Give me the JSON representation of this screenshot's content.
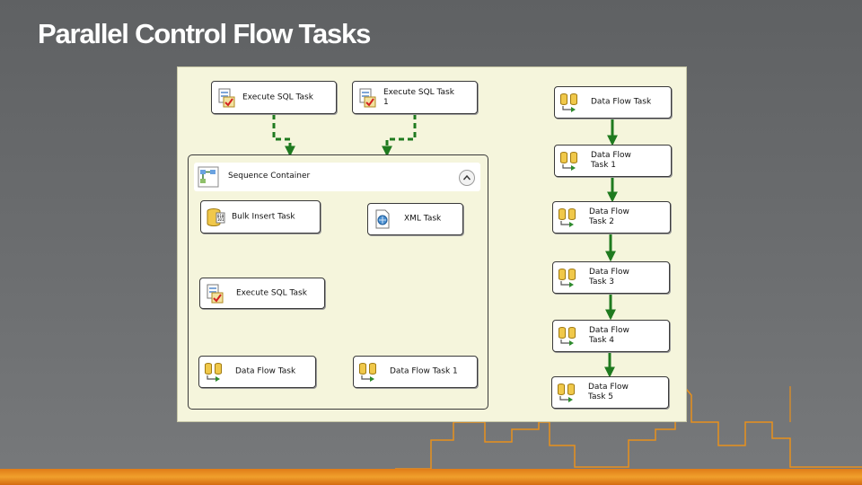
{
  "slide": {
    "title": "Parallel Control Flow Tasks"
  },
  "colors": {
    "success_precedence": "#1f7a1f",
    "failure_precedence": "#ee1111",
    "completion_precedence": "#0a1f8f",
    "accent_orange": "#e8901c"
  },
  "canvas": {
    "top_tasks": [
      {
        "label": "Execute SQL Task",
        "icon": "execute-sql-task-icon"
      },
      {
        "label": "Execute SQL Task\n1",
        "icon": "execute-sql-task-icon"
      }
    ],
    "sequence_container": {
      "label": "Sequence Container",
      "icon": "sequence-container-icon",
      "collapse_icon": "chevron-up-icon",
      "tasks": [
        {
          "label": "Bulk Insert Task",
          "icon": "bulk-insert-task-icon"
        },
        {
          "label": "XML Task",
          "icon": "xml-task-icon"
        },
        {
          "label": "Execute SQL Task",
          "icon": "execute-sql-task-icon"
        },
        {
          "label": "Data Flow Task",
          "icon": "data-flow-task-icon"
        },
        {
          "label": "Data Flow Task 1",
          "icon": "data-flow-task-icon"
        }
      ]
    },
    "data_flow_chain": [
      {
        "label": "Data Flow Task"
      },
      {
        "label": "Data Flow\nTask 1"
      },
      {
        "label": "Data Flow\nTask 2"
      },
      {
        "label": "Data Flow\nTask 3"
      },
      {
        "label": "Data Flow\nTask 4"
      },
      {
        "label": "Data Flow\nTask 5"
      }
    ]
  }
}
